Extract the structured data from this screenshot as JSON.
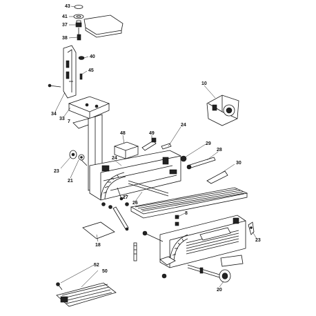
{
  "diagram": {
    "kind": "exploded-parts-view",
    "callouts": [
      {
        "id": "c43",
        "text": "43"
      },
      {
        "id": "c41",
        "text": "41"
      },
      {
        "id": "c37",
        "text": "37"
      },
      {
        "id": "c38",
        "text": "38"
      },
      {
        "id": "c40",
        "text": "40"
      },
      {
        "id": "c45",
        "text": "45"
      },
      {
        "id": "c10",
        "text": "10"
      },
      {
        "id": "c34",
        "text": "34"
      },
      {
        "id": "c33",
        "text": "33"
      },
      {
        "id": "c7",
        "text": "7"
      },
      {
        "id": "c24a",
        "text": "24"
      },
      {
        "id": "c48",
        "text": "48"
      },
      {
        "id": "c49",
        "text": "49"
      },
      {
        "id": "c29",
        "text": "29"
      },
      {
        "id": "c28",
        "text": "28"
      },
      {
        "id": "c30",
        "text": "30"
      },
      {
        "id": "c23a",
        "text": "23"
      },
      {
        "id": "c21",
        "text": "21"
      },
      {
        "id": "c24b",
        "text": "24"
      },
      {
        "id": "c27",
        "text": "27"
      },
      {
        "id": "c26",
        "text": "26"
      },
      {
        "id": "c8",
        "text": "8"
      },
      {
        "id": "c18",
        "text": "18"
      },
      {
        "id": "c23b",
        "text": "23"
      },
      {
        "id": "c52",
        "text": "52"
      },
      {
        "id": "c50",
        "text": "50"
      },
      {
        "id": "c20",
        "text": "20"
      }
    ]
  }
}
